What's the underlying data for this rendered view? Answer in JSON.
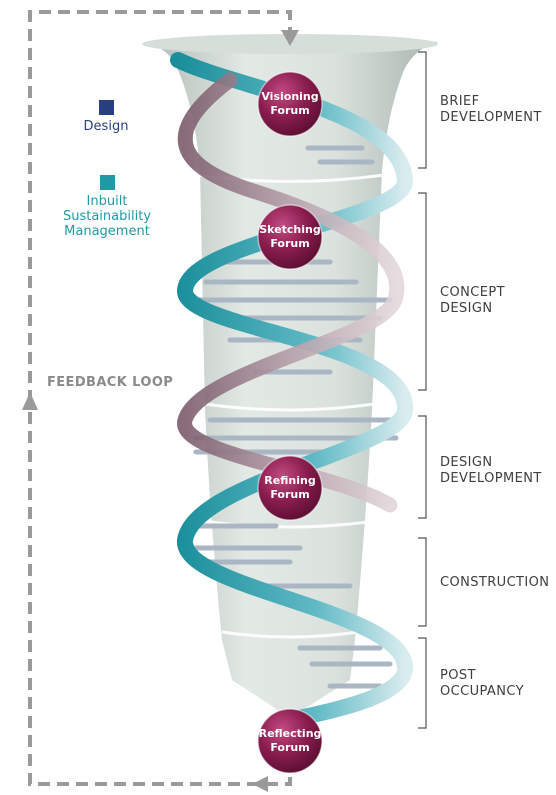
{
  "legend": [
    {
      "label": "Design",
      "color": "#2a3f7e"
    },
    {
      "label": "Inbuilt\nSustainability\nManagement",
      "color": "#1f9aa6"
    }
  ],
  "feedback_loop": "FEEDBACK LOOP",
  "stages": [
    {
      "label": "BRIEF\nDEVELOPMENT"
    },
    {
      "label": "CONCEPT DESIGN"
    },
    {
      "label": "DESIGN\nDEVELOPMENT"
    },
    {
      "label": "CONSTRUCTION"
    },
    {
      "label": "POST\nOCCUPANCY"
    }
  ],
  "forums": [
    {
      "label": "Visioning\nForum"
    },
    {
      "label": "Sketching\nForum"
    },
    {
      "label": "Refining\nForum"
    },
    {
      "label": "Reflecting\nForum"
    }
  ],
  "colors": {
    "funnel": "#cfd8d3",
    "helix_teal": "#1f9aa6",
    "helix_mauve": "#8c6f7e",
    "forum": "#8a1d4f",
    "loop": "#9a9a9a",
    "design": "#2a3f7e"
  }
}
